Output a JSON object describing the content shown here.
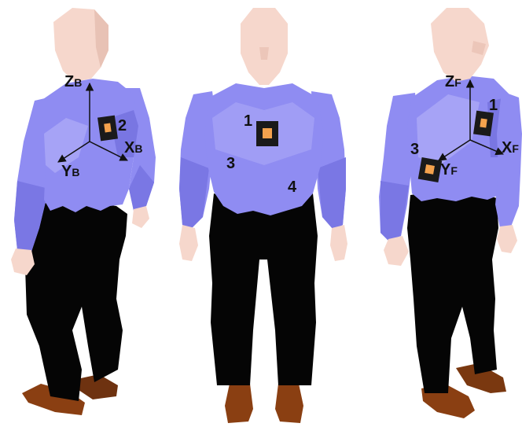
{
  "colors": {
    "skin": "#f6d7cc",
    "skin_shade": "#e4b9ab",
    "shirt": "#8f8cf2",
    "shirt_shade": "#6e6bd6",
    "shirt_light": "#aeaaf8",
    "pants": "#050505",
    "shoes": "#8a3f12",
    "shoes_dark": "#5e2a0b",
    "marker_frame": "#1a1a1a",
    "marker_inner": "#f4a24d",
    "axis": "#111111"
  },
  "figures": {
    "back_view": {
      "axes": {
        "z": "Z",
        "z_sub": "B",
        "x": "X",
        "x_sub": "B",
        "y": "Y",
        "y_sub": "B"
      },
      "markers": [
        "2"
      ]
    },
    "front_view": {
      "markers": [
        "1"
      ],
      "labels": [
        "3",
        "4"
      ]
    },
    "side_view": {
      "axes": {
        "z": "Z",
        "z_sub": "F",
        "x": "X",
        "x_sub": "F",
        "y": "Y",
        "y_sub": "F"
      },
      "markers": [
        "1",
        "3"
      ]
    }
  }
}
